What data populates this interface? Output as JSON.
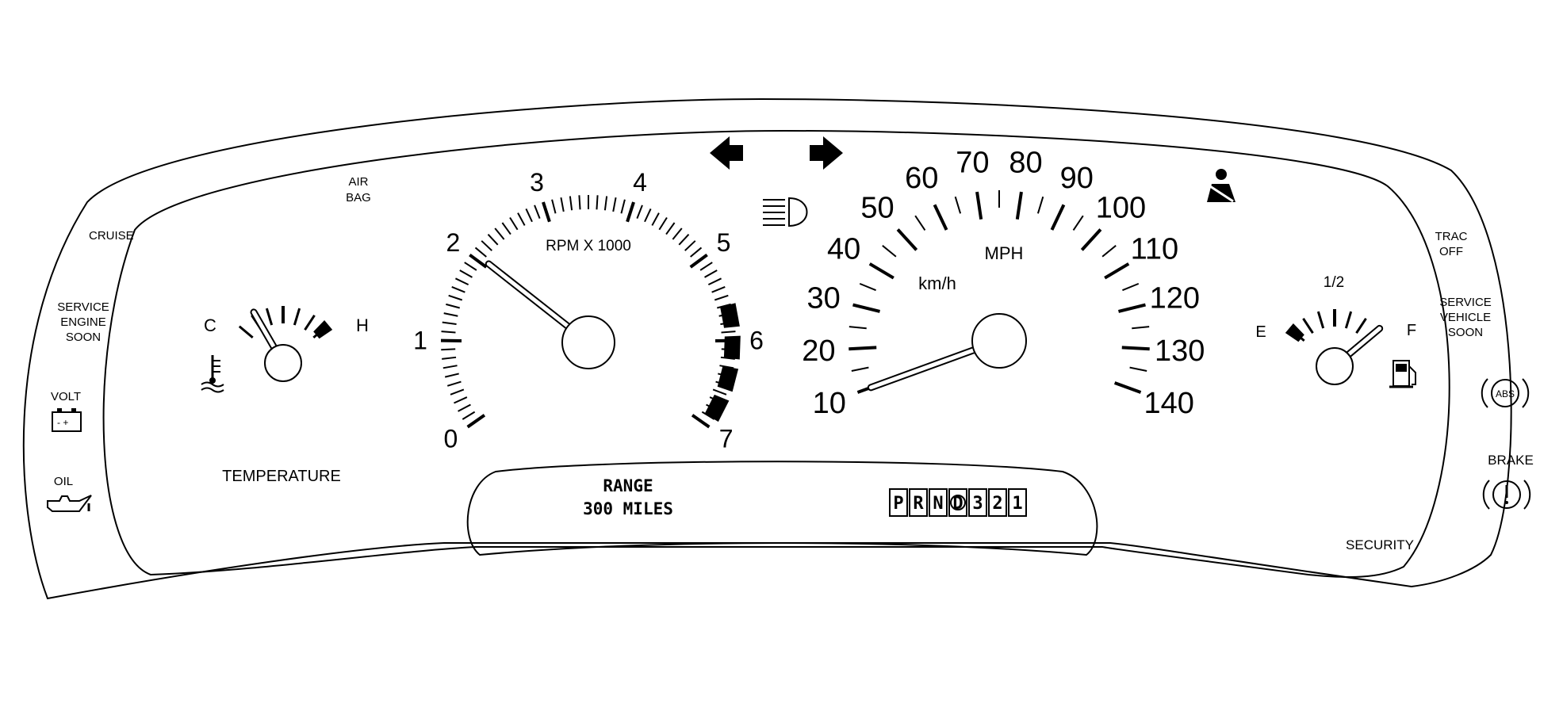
{
  "left_indicators": {
    "cruise": "CRUISE",
    "service_engine_soon": [
      "SERVICE",
      "ENGINE",
      "SOON"
    ],
    "volt": "VOLT",
    "oil": "OIL",
    "air_bag": [
      "AIR",
      "BAG"
    ]
  },
  "temperature_gauge": {
    "cold_label": "C",
    "hot_label": "H",
    "caption": "TEMPERATURE",
    "needle_level": 0.2
  },
  "tachometer": {
    "caption": "RPM X 1000",
    "tick_labels": [
      "0",
      "1",
      "2",
      "3",
      "4",
      "5",
      "6",
      "7"
    ],
    "min": 0,
    "max": 7,
    "redline_start": 5.6,
    "needle_value": 2.05
  },
  "speedometer": {
    "unit_primary": "MPH",
    "unit_secondary": "km/h",
    "tick_labels": [
      "10",
      "20",
      "30",
      "40",
      "50",
      "60",
      "70",
      "80",
      "90",
      "100",
      "110",
      "120",
      "130",
      "140"
    ],
    "min": 10,
    "max": 140,
    "needle_value": 10
  },
  "fuel_gauge": {
    "empty_label": "E",
    "half_label": "1/2",
    "full_label": "F",
    "needle_level": 1.0
  },
  "right_indicators": {
    "trac_off": [
      "TRAC",
      "OFF"
    ],
    "service_vehicle_soon": [
      "SERVICE",
      "VEHICLE",
      "SOON"
    ],
    "abs": "ABS",
    "brake": "BRAKE",
    "security": "SECURITY"
  },
  "display": {
    "range_title": "RANGE",
    "range_value": "300 MILES",
    "gears": [
      "P",
      "R",
      "N",
      "D",
      "3",
      "2",
      "1"
    ],
    "selected_gear": "D"
  },
  "icons": {
    "left_turn": "left-turn-arrow-icon",
    "right_turn": "right-turn-arrow-icon",
    "high_beam": "high-beam-icon",
    "seatbelt": "seatbelt-icon",
    "coolant": "coolant-temp-icon",
    "battery": "battery-icon",
    "oil_can": "oil-can-icon",
    "fuel_pump": "fuel-pump-icon",
    "abs": "abs-icon",
    "brake": "brake-warning-icon"
  }
}
